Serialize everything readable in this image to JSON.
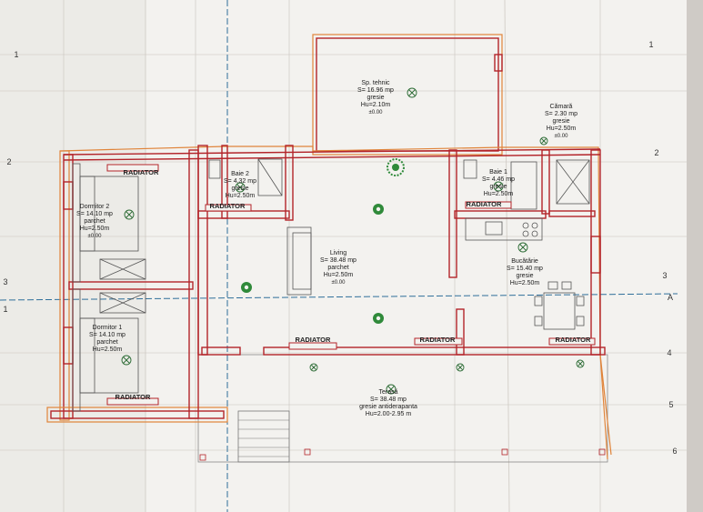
{
  "rooms": [
    {
      "name": "Sp. tehnic",
      "area": "S= 16.96 mp",
      "finish": "gresie",
      "height": "Hu=2.10m",
      "level": "±0.00"
    },
    {
      "name": "Cămară",
      "area": "S= 2.30 mp",
      "finish": "gresie",
      "height": "Hu=2.50m",
      "level": "±0.00"
    },
    {
      "name": "Dormitor 2",
      "area": "S= 14.10 mp",
      "finish": "parchet",
      "height": "Hu=2.50m",
      "level": "±0.00"
    },
    {
      "name": "Baie 2",
      "area": "S= 4.32 mp",
      "finish": "gresie",
      "height": "Hu=2.50m",
      "level": ""
    },
    {
      "name": "Baie 1",
      "area": "S= 4.46 mp",
      "finish": "gresie",
      "height": "Hu=2.50m",
      "level": ""
    },
    {
      "name": "Living",
      "area": "S= 38.48 mp",
      "finish": "parchet",
      "height": "Hu=2.50m",
      "level": "±0.00"
    },
    {
      "name": "Bucătărie",
      "area": "S= 15.40 mp",
      "finish": "gresie",
      "height": "Hu=2.50m",
      "level": ""
    },
    {
      "name": "Dormitor 1",
      "area": "S= 14.10 mp",
      "finish": "parchet",
      "height": "Hu=2.50m",
      "level": ""
    },
    {
      "name": "Terasă",
      "area": "S= 38.48 mp",
      "finish": "gresie antiderapanta",
      "height": "Hu=2.00-2.95 m",
      "level": ""
    }
  ],
  "radiator_label": "RADIATOR",
  "grid_axes": {
    "left": [
      "1",
      "2",
      "3"
    ],
    "right": [
      "1",
      "2",
      "3",
      "4",
      "5",
      "6"
    ],
    "section_marks": [
      "1",
      "A"
    ]
  },
  "colors": {
    "wall": "#b3242a",
    "wall_outline": "#e0843a",
    "fixture": "#555555",
    "plant": "#2f8a3a",
    "axis_line": "#2f6f9a",
    "paper": "#f3f2ef"
  }
}
